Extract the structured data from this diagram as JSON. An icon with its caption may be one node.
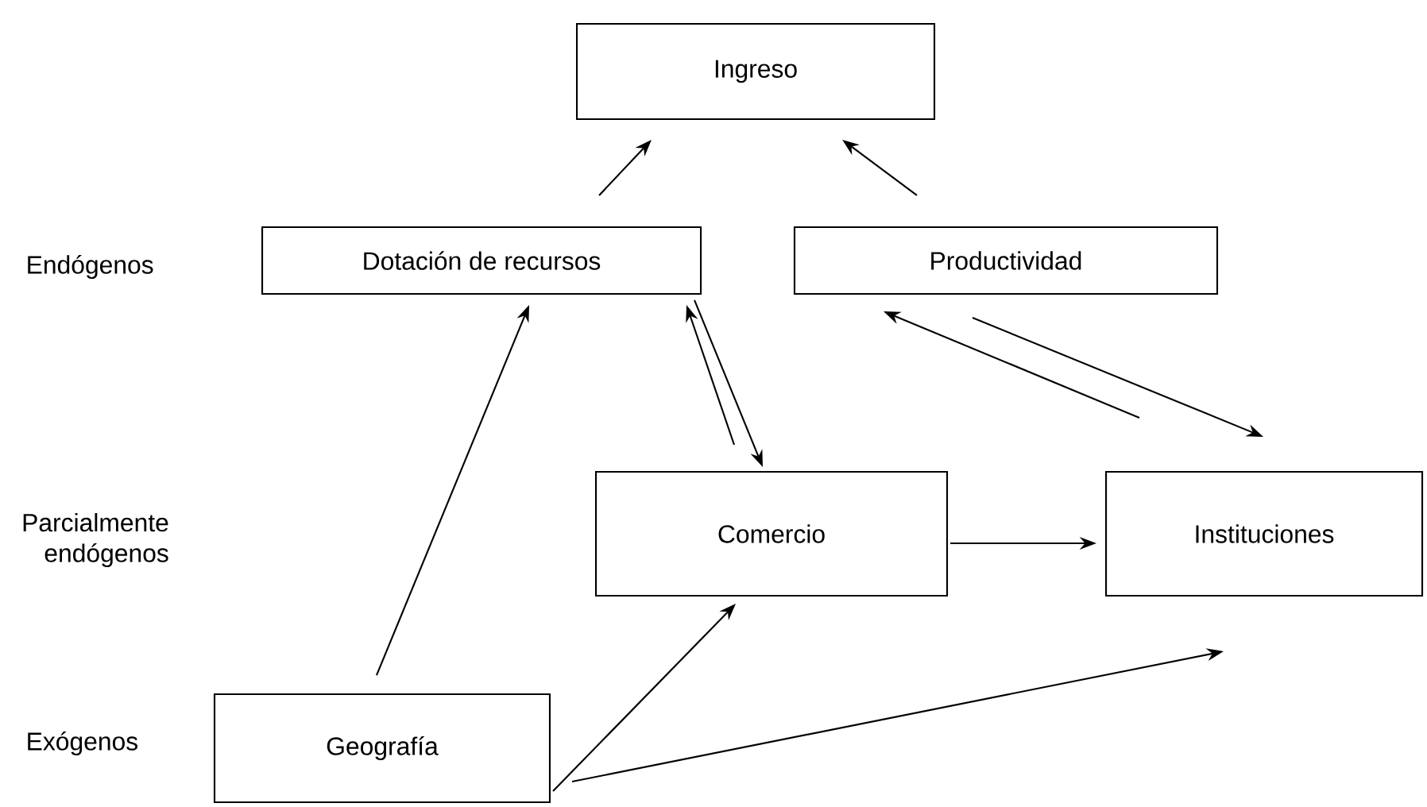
{
  "diagram": {
    "nodes": [
      {
        "text": [
          "Ingreso"
        ]
      },
      {
        "text": [
          "Dotación de recursos"
        ]
      },
      {
        "text": [
          "Productividad"
        ]
      },
      {
        "text": [
          "Comercio"
        ]
      },
      {
        "text": [
          "Instituciones"
        ]
      },
      {
        "text": [
          "Geografía"
        ]
      }
    ],
    "edges": [
      {
        "from": 1,
        "to": 0,
        "arrow": "to"
      },
      {
        "from": 2,
        "to": 0,
        "arrow": "to"
      },
      {
        "from": 3,
        "to": 1,
        "arrow": "to"
      },
      {
        "from": 1,
        "to": 3,
        "arrow": "to"
      },
      {
        "from": 4,
        "to": 2,
        "arrow": "to"
      },
      {
        "from": 2,
        "to": 4,
        "arrow": "to"
      },
      {
        "from": 3,
        "to": 4,
        "arrow": "to"
      },
      {
        "from": 5,
        "to": 1,
        "arrow": "to"
      },
      {
        "from": 5,
        "to": 3,
        "arrow": "to"
      },
      {
        "from": 5,
        "to": 4,
        "arrow": "to"
      }
    ],
    "labels": [
      "Endógenos",
      "Parcialmente endógenos",
      "Exógenos"
    ]
  }
}
